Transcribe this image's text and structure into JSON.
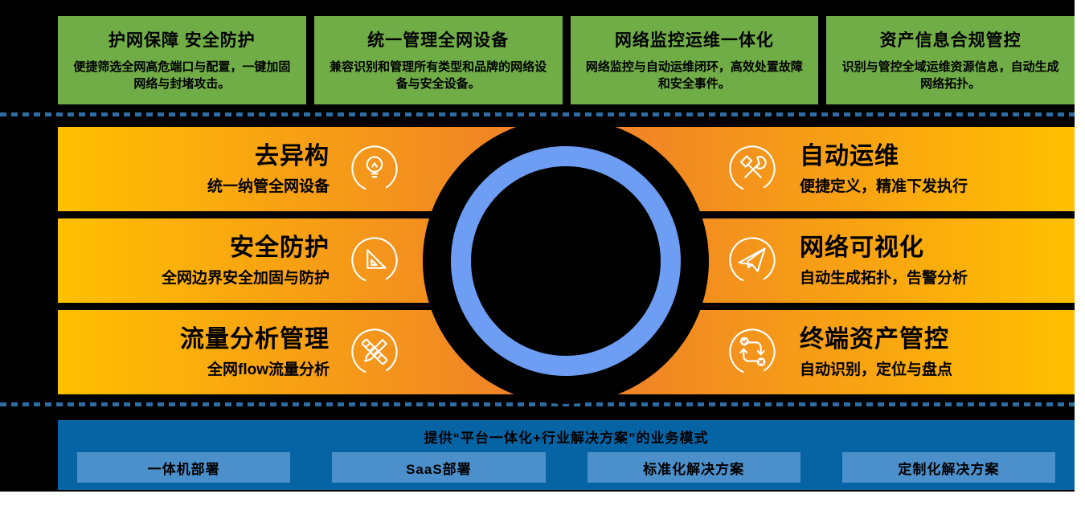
{
  "top_cards": [
    {
      "title": "护网保障 安全防护",
      "desc": "便捷筛选全网高危端口与配置，一键加固网络与封堵攻击。"
    },
    {
      "title": "统一管理全网设备",
      "desc": "兼容识别和管理所有类型和品牌的网络设备与安全设备。"
    },
    {
      "title": "网络监控运维一体化",
      "desc": "网络监控与自动运维闭环，高效处置故障和安全事件。"
    },
    {
      "title": "资产信息合规管控",
      "desc": "识别与管控全域运维资源信息，自动生成网络拓扑。"
    }
  ],
  "features_left": [
    {
      "title": "去异构",
      "desc": "统一纳管全网设备",
      "icon": "lightbulb-icon"
    },
    {
      "title": "安全防护",
      "desc": "全网边界安全加固与防护",
      "icon": "set-square-icon"
    },
    {
      "title": "流量分析管理",
      "desc": "全网flow流量分析",
      "icon": "pencil-ruler-icon"
    }
  ],
  "features_right": [
    {
      "title": "自动运维",
      "desc": "便捷定义，精准下发执行",
      "icon": "tools-icon"
    },
    {
      "title": "网络可视化",
      "desc": "自动生成拓扑，告警分析",
      "icon": "paper-plane-icon"
    },
    {
      "title": "终端资产管控",
      "desc": "自动识别，定位与盘点",
      "icon": "sync-cycle-icon"
    }
  ],
  "bottom": {
    "title": "提供“平台一体化+行业解决方案”的业务模式",
    "items": [
      "一体机部署",
      "SaaS部署",
      "标准化解决方案",
      "定制化解决方案"
    ]
  },
  "colors": {
    "card_green": "#70AD47",
    "bar_yellow": "#FFC000",
    "bar_orange": "#EE7C2B",
    "ring_blue": "#6D9EF3",
    "dash_blue": "#2E6DA4",
    "bottom_bg": "#0663A4",
    "bottom_box": "#4B8FCB"
  }
}
